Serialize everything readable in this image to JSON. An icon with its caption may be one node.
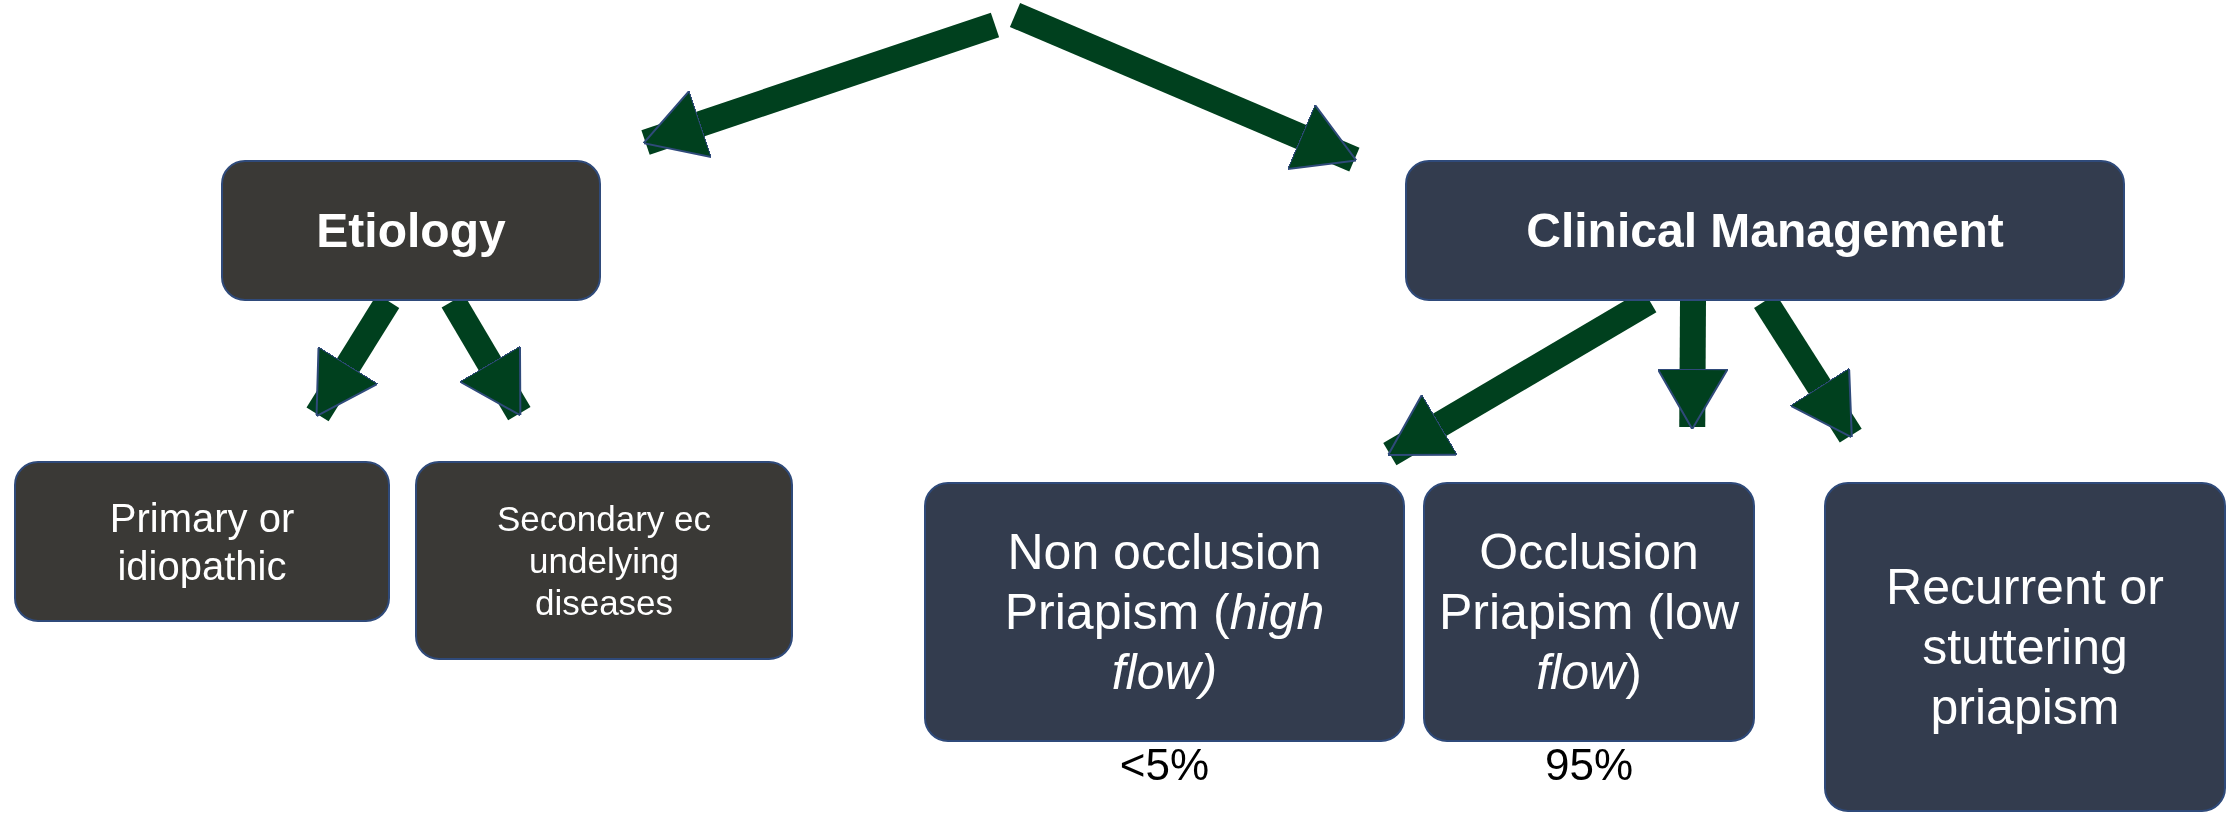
{
  "diagram": {
    "nodes": [
      {
        "text": [
          "Etiology"
        ]
      },
      {
        "text": [
          "Clinical Management"
        ]
      },
      {
        "text": [
          "Primary or idiopathic"
        ]
      },
      {
        "text": [
          "Secondary ec undelying diseases"
        ]
      },
      {
        "text": [
          "Non occlusion Priapism (*high flow)*"
        ],
        "beside": [
          "<5%"
        ]
      },
      {
        "text": [
          "Occlusion Priapism (low *flow*)"
        ],
        "beside": [
          "95%"
        ]
      },
      {
        "text": [
          "Recurrent or stuttering priapism"
        ]
      }
    ],
    "edges": [
      {
        "from": null,
        "to": 0,
        "arrow": "to"
      },
      {
        "from": null,
        "to": 1,
        "arrow": "to"
      },
      {
        "from": 0,
        "to": 2,
        "arrow": "to"
      },
      {
        "from": 0,
        "to": 3,
        "arrow": "to"
      },
      {
        "from": 1,
        "to": 4,
        "arrow": "to"
      },
      {
        "from": 1,
        "to": 5,
        "arrow": "to"
      },
      {
        "from": 1,
        "to": 6,
        "arrow": "to"
      }
    ]
  }
}
